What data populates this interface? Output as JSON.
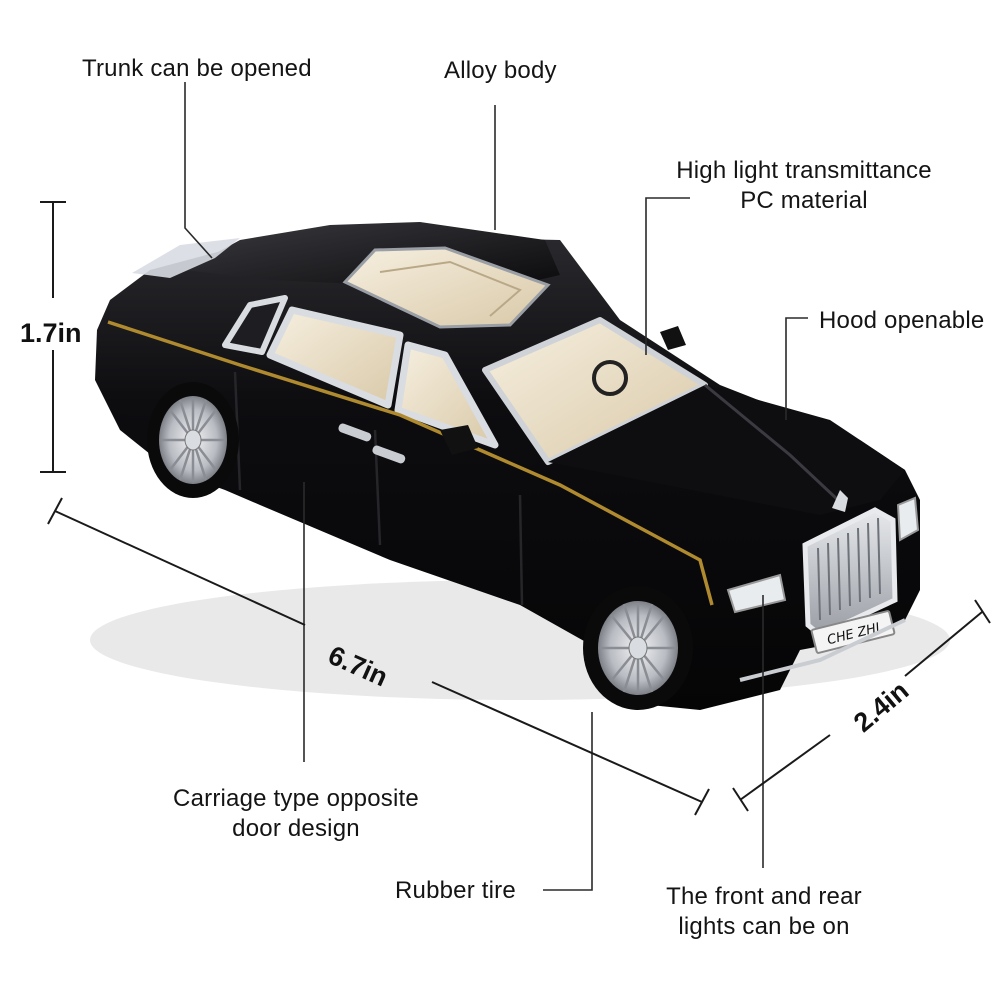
{
  "callouts": {
    "trunk": "Trunk can be opened",
    "alloy": "Alloy body",
    "pc_line1": "High light transmittance",
    "pc_line2": "PC material",
    "hood": "Hood openable",
    "carriage_line1": "Carriage type opposite",
    "carriage_line2": "door design",
    "tire": "Rubber tire",
    "lights_line1": "The front and rear",
    "lights_line2": "lights can be on"
  },
  "dimensions": {
    "height": "1.7in",
    "length": "6.7in",
    "width": "2.4in"
  },
  "plate_text": "CHE ZHI",
  "colors": {
    "body": "#0b0b0d",
    "trim": "#b08a2e",
    "interior": "#efe3cc",
    "chrome": "#c9ccd1",
    "leader": "#2a2a2a"
  }
}
